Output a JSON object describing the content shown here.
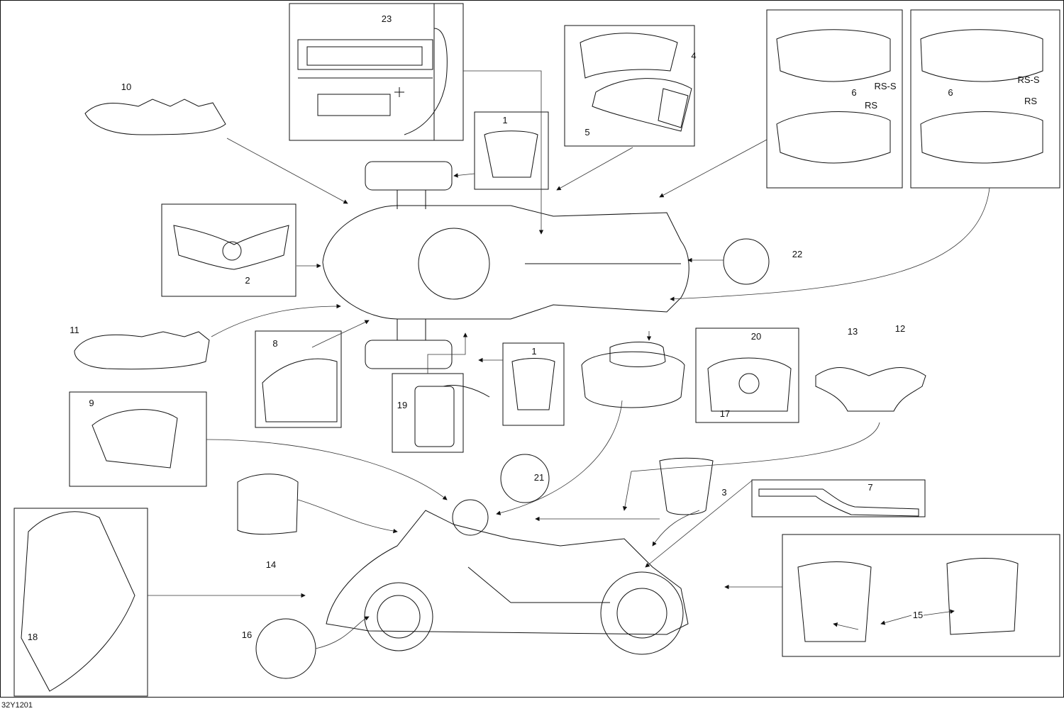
{
  "diagram": {
    "code": "32Y1201",
    "callouts": [
      {
        "id": "c23",
        "text": "23"
      },
      {
        "id": "c4",
        "text": "4"
      },
      {
        "id": "c5",
        "text": "5"
      },
      {
        "id": "c6a",
        "text": "6"
      },
      {
        "id": "c6b",
        "text": "6"
      },
      {
        "id": "crss1",
        "text": "RS-S"
      },
      {
        "id": "crs1",
        "text": "RS"
      },
      {
        "id": "crss2",
        "text": "RS-S"
      },
      {
        "id": "crs2",
        "text": "RS"
      },
      {
        "id": "c10",
        "text": "10"
      },
      {
        "id": "c1a",
        "text": "1"
      },
      {
        "id": "c2",
        "text": "2"
      },
      {
        "id": "c22",
        "text": "22"
      },
      {
        "id": "c11",
        "text": "11"
      },
      {
        "id": "c8",
        "text": "8"
      },
      {
        "id": "c1b",
        "text": "1"
      },
      {
        "id": "c19",
        "text": "19"
      },
      {
        "id": "c20",
        "text": "20"
      },
      {
        "id": "c17",
        "text": "17"
      },
      {
        "id": "c13",
        "text": "13"
      },
      {
        "id": "c12",
        "text": "12"
      },
      {
        "id": "c9",
        "text": "9"
      },
      {
        "id": "c21",
        "text": "21"
      },
      {
        "id": "c3",
        "text": "3"
      },
      {
        "id": "c7",
        "text": "7"
      },
      {
        "id": "c14",
        "text": "14"
      },
      {
        "id": "c18",
        "text": "18"
      },
      {
        "id": "c16",
        "text": "16"
      },
      {
        "id": "c15",
        "text": "15"
      }
    ]
  }
}
